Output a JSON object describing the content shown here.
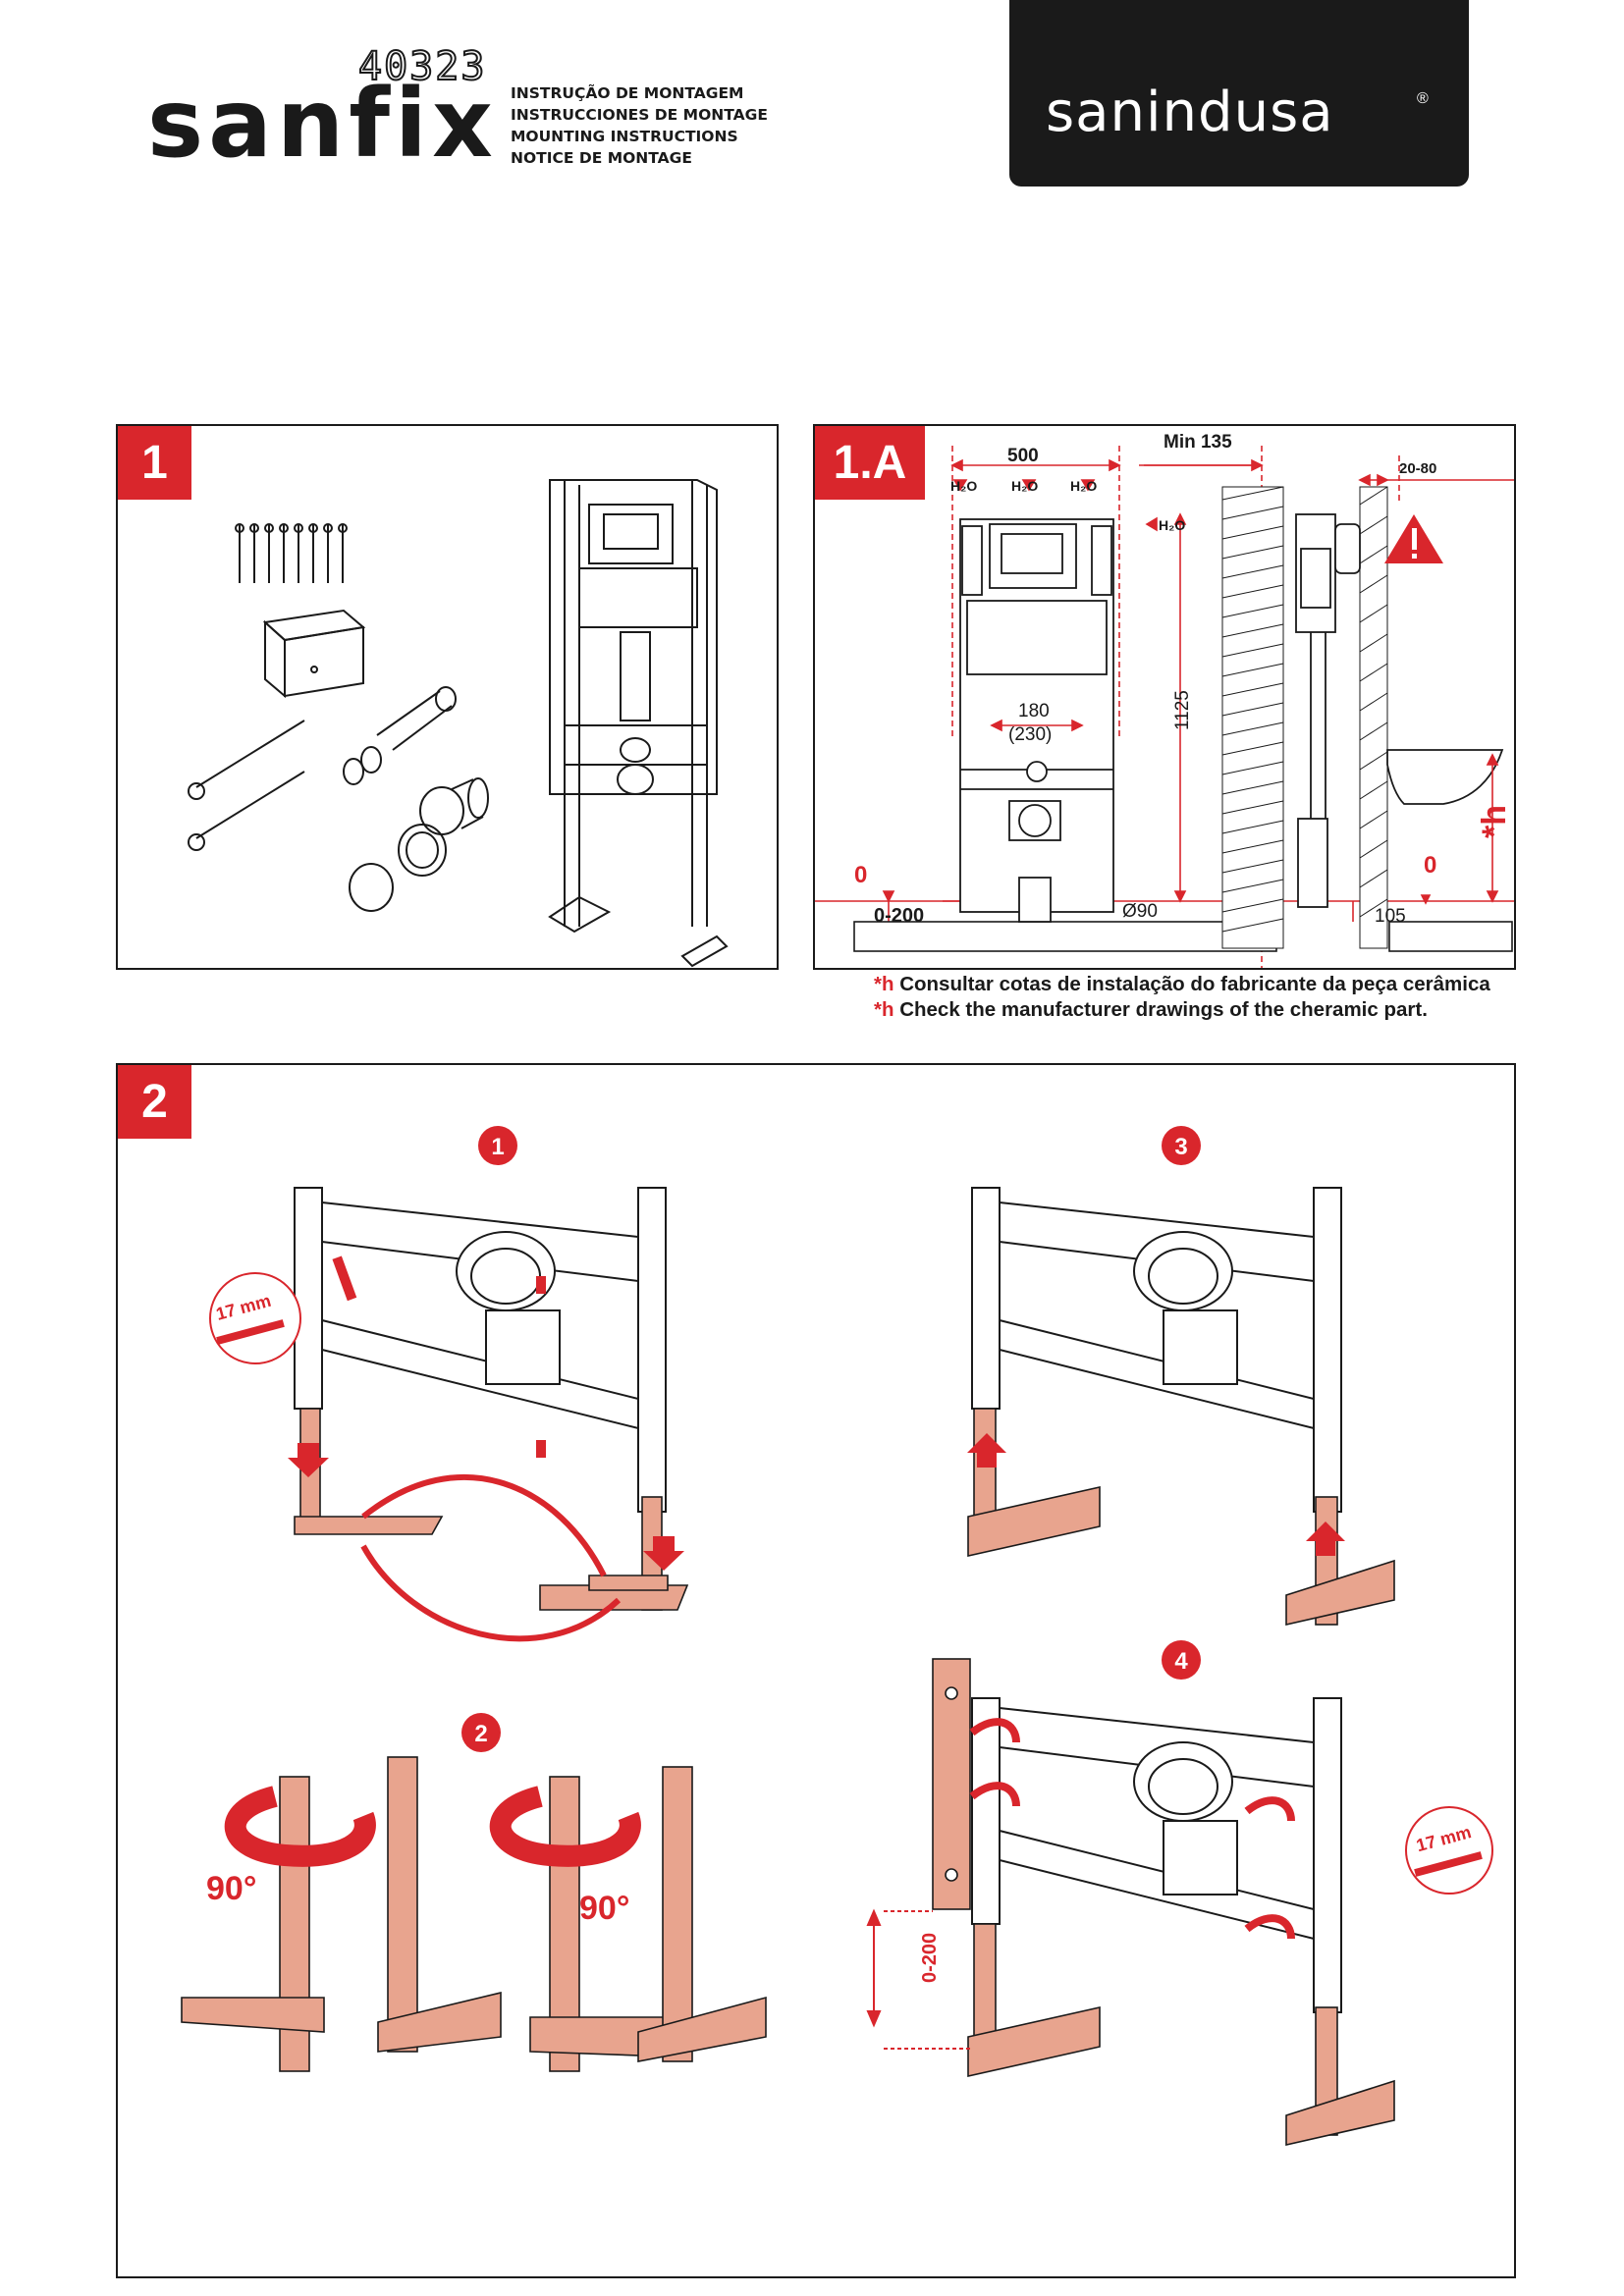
{
  "header": {
    "product_code": "40323",
    "brand": "sanfix",
    "titles": [
      "INSTRUÇÃO DE MONTAGEM",
      "INSTRUCCIONES DE MONTAGE",
      "MOUNTING INSTRUCTIONS",
      "NOTICE DE MONTAGE"
    ],
    "company_logo": "sanindusa",
    "registered_mark": "®"
  },
  "panel1": {
    "badge": "1"
  },
  "panel1a": {
    "badge": "1.A",
    "dims": {
      "width": "500",
      "min": "Min 135",
      "wall_gap": "20-80",
      "h2o": "H₂O",
      "height": "1125",
      "spacing": "180",
      "spacing_alt": "(230)",
      "zero": "0",
      "range": "0-200",
      "pipe": "Ø90",
      "offset": "105",
      "h_mark": "*h",
      "zero_right": "0"
    },
    "warning_icon": "warning-icon",
    "notes": [
      {
        "mark": "*h",
        "text": "Consultar cotas de instalação do fabricante da peça cerâmica"
      },
      {
        "mark": "*h",
        "text": "Check the manufacturer drawings of the cheramic part."
      }
    ]
  },
  "panel2": {
    "badge": "2",
    "steps": [
      "1",
      "2",
      "3",
      "4"
    ],
    "wrench_label": "17 mm",
    "rotation": "90°",
    "range": "0-200"
  },
  "colors": {
    "accent": "#d9262c",
    "leg": "#e8a48e",
    "frame": "#1a1a1a"
  }
}
